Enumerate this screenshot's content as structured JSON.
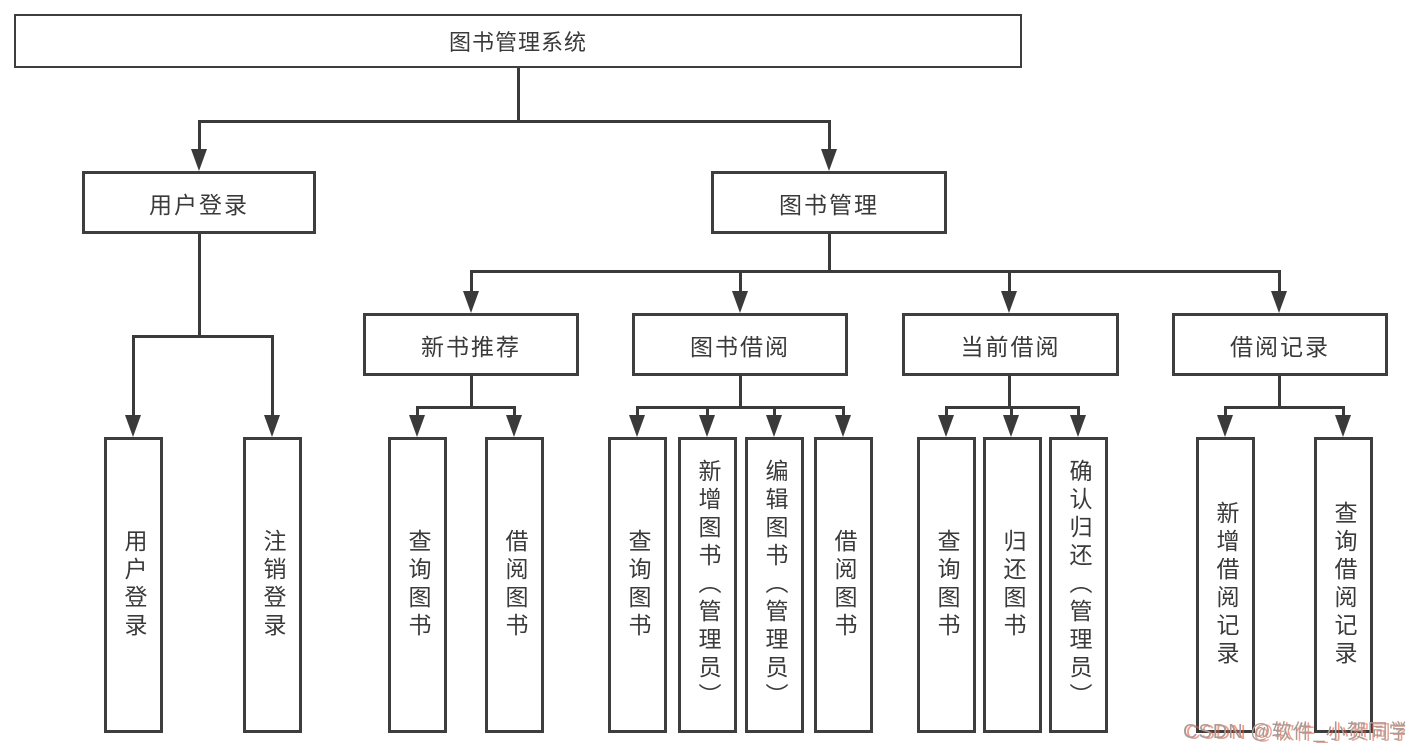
{
  "tree": {
    "root": "图书管理系统",
    "level2": {
      "user_login": "用户登录",
      "book_management": "图书管理"
    },
    "level3": {
      "new_book_recommend": "新书推荐",
      "book_borrow": "图书借阅",
      "current_borrow": "当前借阅",
      "borrow_records": "借阅记录"
    },
    "leaves": {
      "user_login": "用户登录",
      "logout": "注销登录",
      "query_books_a": "查询图书",
      "borrow_books_a": "借阅图书",
      "query_books_b": "查询图书",
      "add_books_admin": "新增图书（管理员）",
      "edit_books_admin": "编辑图书（管理员）",
      "borrow_books_b": "借阅图书",
      "query_books_c": "查询图书",
      "return_books": "归还图书",
      "confirm_return_admin": "确认归还（管理员）",
      "add_borrow_record": "新增借阅记录",
      "query_borrow_record": "查询借阅记录"
    }
  },
  "watermark": {
    "text": "CSDN @软件_小贺同学"
  },
  "colors": {
    "line": "#3a3a3a",
    "box_border": "#3e3e3e",
    "text": "#3a3a3a",
    "background": "#ffffff",
    "watermark_gray": "#9f9f9f",
    "watermark_red": "#fc5531"
  }
}
